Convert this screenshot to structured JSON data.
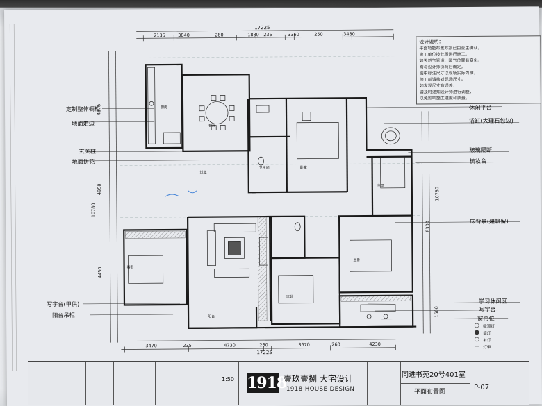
{
  "dims": {
    "total_top": "17225",
    "top": [
      "2135",
      "3840",
      "280",
      "1880",
      "235",
      "3360",
      "250",
      "3480",
      ""
    ],
    "bottom": [
      "3470",
      "235",
      "4730",
      "260",
      "3670",
      "260",
      "4230"
    ],
    "total_bottom": "17225",
    "left": [
      "4875",
      "4950",
      "10780",
      "4450"
    ],
    "right": [
      "10780",
      "8300",
      "1500"
    ]
  },
  "annotations": {
    "left": [
      "定制整体橱柜",
      "地面走边",
      "玄关柱",
      "地面拼花",
      "写字台(甲供)",
      "阳台吊柜"
    ],
    "right": [
      "休闲平台",
      "浴缸(大理石包边)",
      "玻璃隔断",
      "梳妆台",
      "床背景(建筑留)",
      "学习休闲区",
      "写字台",
      "窗帘位"
    ]
  },
  "legend": [
    "吸顶灯",
    "筒灯",
    "射灯",
    "灯带"
  ],
  "rooms": [
    "厨房",
    "餐厅",
    "过道",
    "卫生间",
    "卧室",
    "主卫",
    "客卧",
    "次卧",
    "主卧",
    "阳台"
  ],
  "notes": {
    "title": "设计说明：",
    "lines": [
      "平面功能布置方案已由业主确认，",
      "施工单位按此图进行施工。",
      "如天然气管道、暖气位置有变化，",
      "需与设计师协商后确定。",
      "图中标注尺寸以现场实际为准，",
      "施工前请核对现场尺寸。",
      "如发现尺寸有误差，",
      "请及时通知设计师进行调整，",
      "以免影响施工进度和质量。"
    ]
  },
  "title_block": {
    "note": "",
    "scale": "1:50",
    "logo": "1918",
    "brand_cn": "壹玖壹捌  大宅设计",
    "brand_en": "1918 HOUSE DESIGN",
    "project": "同进书苑20号401室",
    "sheet_name": "平面布置图",
    "page_no": "P-07"
  }
}
